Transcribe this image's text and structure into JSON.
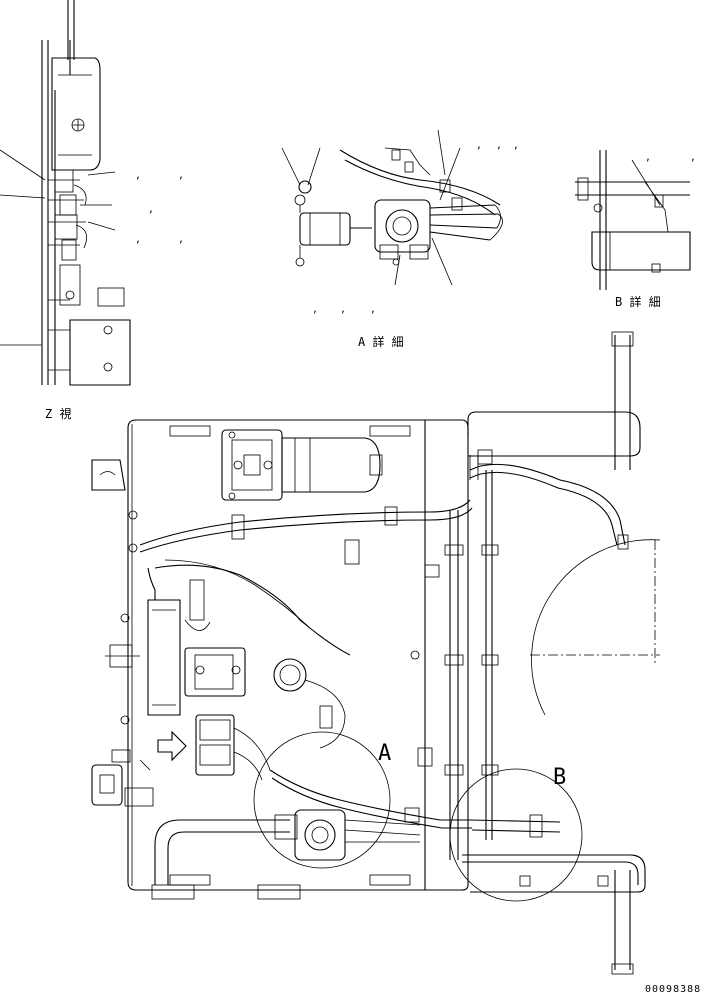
{
  "views": {
    "z_view": {
      "label": "Z 視"
    },
    "a_detail": {
      "label": "A 詳 細"
    },
    "b_detail": {
      "label": "B 詳 細"
    }
  },
  "main_view": {
    "callout_a": "A",
    "callout_b": "B"
  },
  "drawing_number": "00098388",
  "colors": {
    "line": "#000000",
    "background": "#ffffff"
  },
  "icons": [
    "view-arrow-icon"
  ]
}
